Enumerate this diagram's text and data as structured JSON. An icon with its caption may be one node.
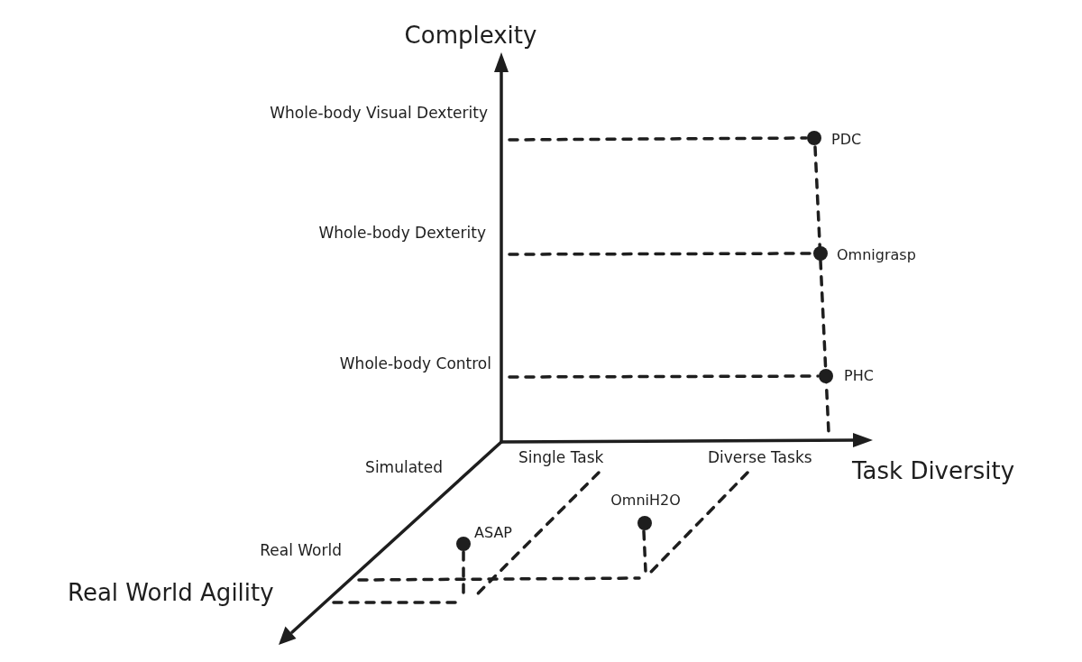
{
  "diagram": {
    "nodes": [
      {
        "text": [],
        "shape": "circle",
        "beside": [
          "PDC"
        ]
      },
      {
        "text": [],
        "shape": "circle",
        "beside": [
          "Omnigrasp"
        ]
      },
      {
        "text": [],
        "shape": "circle",
        "beside": [
          "PHC"
        ]
      },
      {
        "text": [],
        "shape": "circle",
        "beside": [
          "ASAP"
        ]
      },
      {
        "text": [],
        "shape": "circle",
        "beside": [
          "OmniH2O"
        ]
      }
    ],
    "labels": [
      "Complexity",
      "Whole-body Visual Dexterity",
      "Whole-body Dexterity",
      "Whole-body Control",
      "Simulated",
      "Single Task",
      "Diverse Tasks",
      "Task Diversity",
      "Real World",
      "Real World Agility"
    ]
  }
}
